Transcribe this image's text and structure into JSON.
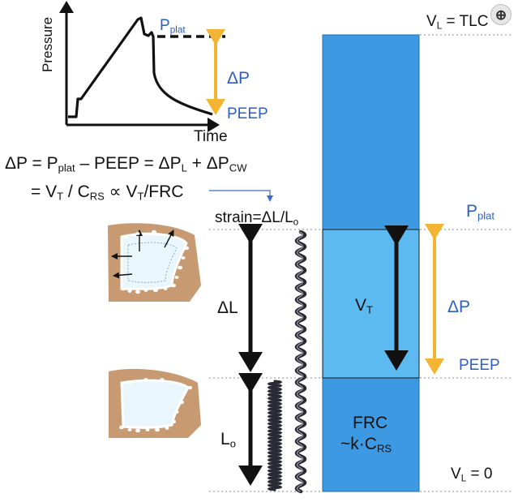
{
  "graph": {
    "y_axis_label": "Pressure",
    "x_axis_label": "Time",
    "pplat_main": "P",
    "pplat_sub": "plat",
    "delta_p": "ΔP",
    "peep": "PEEP"
  },
  "equations": {
    "line1": {
      "a": "ΔP = P",
      "a_sub": "plat",
      "b": " – PEEP = ΔP",
      "b_sub": "L",
      "c": " + ΔP",
      "c_sub": "CW"
    },
    "line2": {
      "a": "= V",
      "a_sub": "T",
      "b": " / C",
      "b_sub": "RS",
      "c": " ∝ V",
      "c_sub": "T",
      "d": "/FRC"
    }
  },
  "strain_label": {
    "main": "strain=ΔL/L",
    "sub": "o"
  },
  "spring": {
    "delta_l": "ΔL",
    "l_main": "L",
    "l_sub": "o"
  },
  "volume_column": {
    "tlc_main": "V",
    "tlc_sub": "L",
    "tlc_rest": " = TLC",
    "vt_main": "V",
    "vt_sub": "T",
    "frc_line1": "FRC",
    "frc_line2_main": "~k·C",
    "frc_line2_sub": "RS",
    "zero_main": "V",
    "zero_sub": "L",
    "zero_rest": " = 0"
  },
  "right_scale": {
    "pplat_main": "P",
    "pplat_sub": "plat",
    "delta_p": "ΔP",
    "peep": "PEEP"
  },
  "icons": {
    "zoom": "zoom-in-icon"
  },
  "colors": {
    "column_blue": "#3d9ae2",
    "vt_box_blue": "#5dbaf0",
    "arrow_gold": "#f2b432",
    "label_blue": "#2e5fc4",
    "tissue_tan": "#c89a72",
    "alveolus_fill": "#e9f6fb"
  }
}
